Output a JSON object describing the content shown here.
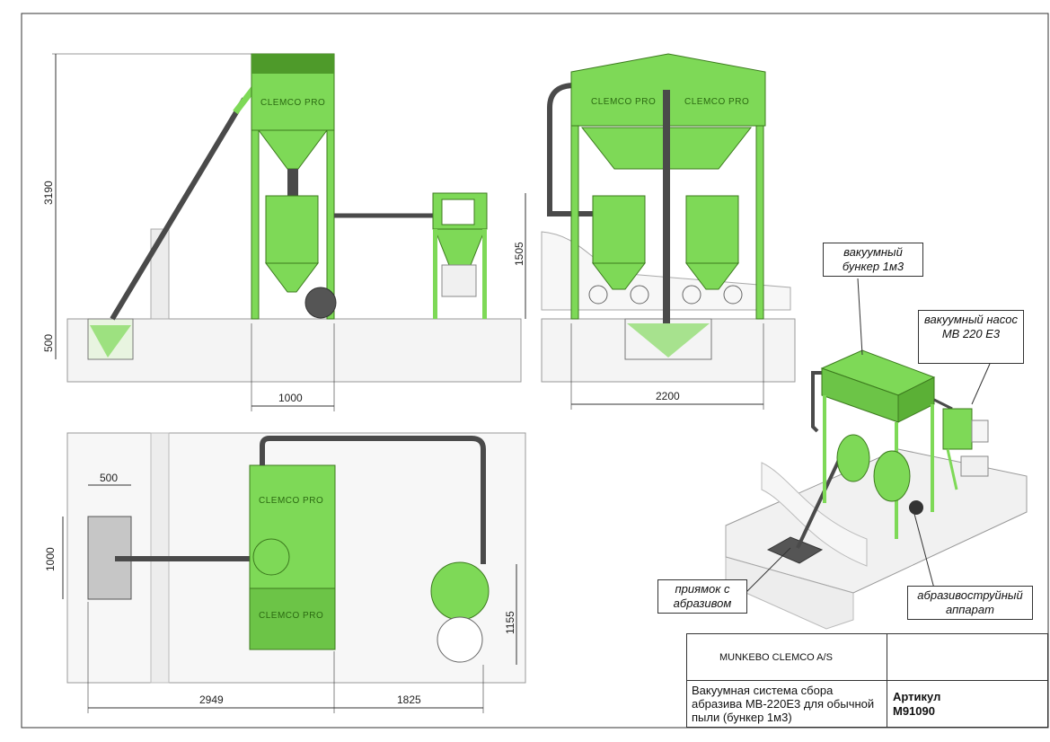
{
  "colors": {
    "machine_green": "#7ed957",
    "machine_dark": "#4e9a2a",
    "pipe": "#4a4a4a",
    "ground": "#f2f2f2",
    "line": "#333333",
    "brand_text": "#2b6a12"
  },
  "drawing": {
    "brand_label": "CLEMCO PRO",
    "dimensions": {
      "side_height": "3190",
      "side_base": "500",
      "side_width": "1000",
      "front_width": "2200",
      "pot_height": "1505",
      "plan_pit_width": "500",
      "plan_pit_depth": "1000",
      "plan_length_a": "2949",
      "plan_length_b": "1825",
      "plan_pot_depth": "1155"
    },
    "callouts": {
      "hopper": "вакуумный бункер 1м3",
      "pump": "вакуумный насос МВ 220 Е3",
      "pit": "приямок с абразивом",
      "blast_pot": "абразивоструйный аппарат"
    }
  },
  "title_block": {
    "company": "MUNKEBO CLEMCO A/S",
    "description": "Вакуумная система сбора абразива МВ-220Е3 для обычной пыли (бункер 1м3)",
    "article_label": "Артикул",
    "article_number": "M91090"
  }
}
